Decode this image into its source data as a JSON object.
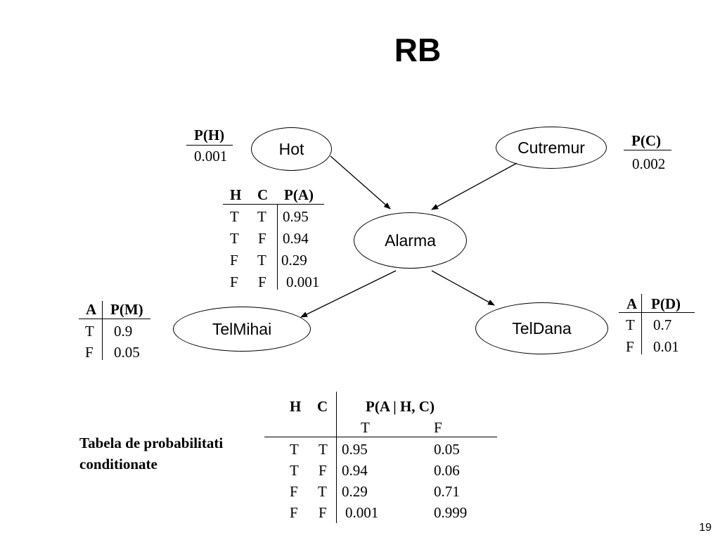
{
  "title": "RB",
  "page_number": "19",
  "nodes": {
    "hot": "Hot",
    "cutremur": "Cutremur",
    "alarma": "Alarma",
    "telmihai": "TelMihai",
    "teldana": "TelDana"
  },
  "prior_hot": {
    "header": "P(H)",
    "value": "0.001"
  },
  "prior_cutremur": {
    "header": "P(C)",
    "value": "0.002"
  },
  "cpt_alarma": {
    "headers": [
      "H",
      "C",
      "P(A)"
    ],
    "rows": [
      [
        "T",
        "T",
        "0.95"
      ],
      [
        "T",
        "F",
        "0.94"
      ],
      [
        "F",
        "T",
        "0.29"
      ],
      [
        "F",
        "F",
        "0.001"
      ]
    ]
  },
  "cpt_mihai": {
    "headers": [
      "A",
      "P(M)"
    ],
    "rows": [
      [
        "T",
        "0.9"
      ],
      [
        "F",
        "0.05"
      ]
    ]
  },
  "cpt_dana": {
    "headers": [
      "A",
      "P(D)"
    ],
    "rows": [
      [
        "T",
        "0.7"
      ],
      [
        "F",
        "0.01"
      ]
    ]
  },
  "cpt_full": {
    "caption": "Tabela de probabilitati conditionate",
    "headers": [
      "H",
      "C",
      "P(A | H, C)"
    ],
    "subheaders": [
      "T",
      "F"
    ],
    "rows": [
      [
        "T",
        "T",
        "0.95",
        "0.05"
      ],
      [
        "T",
        "F",
        "0.94",
        "0.06"
      ],
      [
        "F",
        "T",
        "0.29",
        "0.71"
      ],
      [
        "F",
        "F",
        "0.001",
        "0.999"
      ]
    ]
  }
}
